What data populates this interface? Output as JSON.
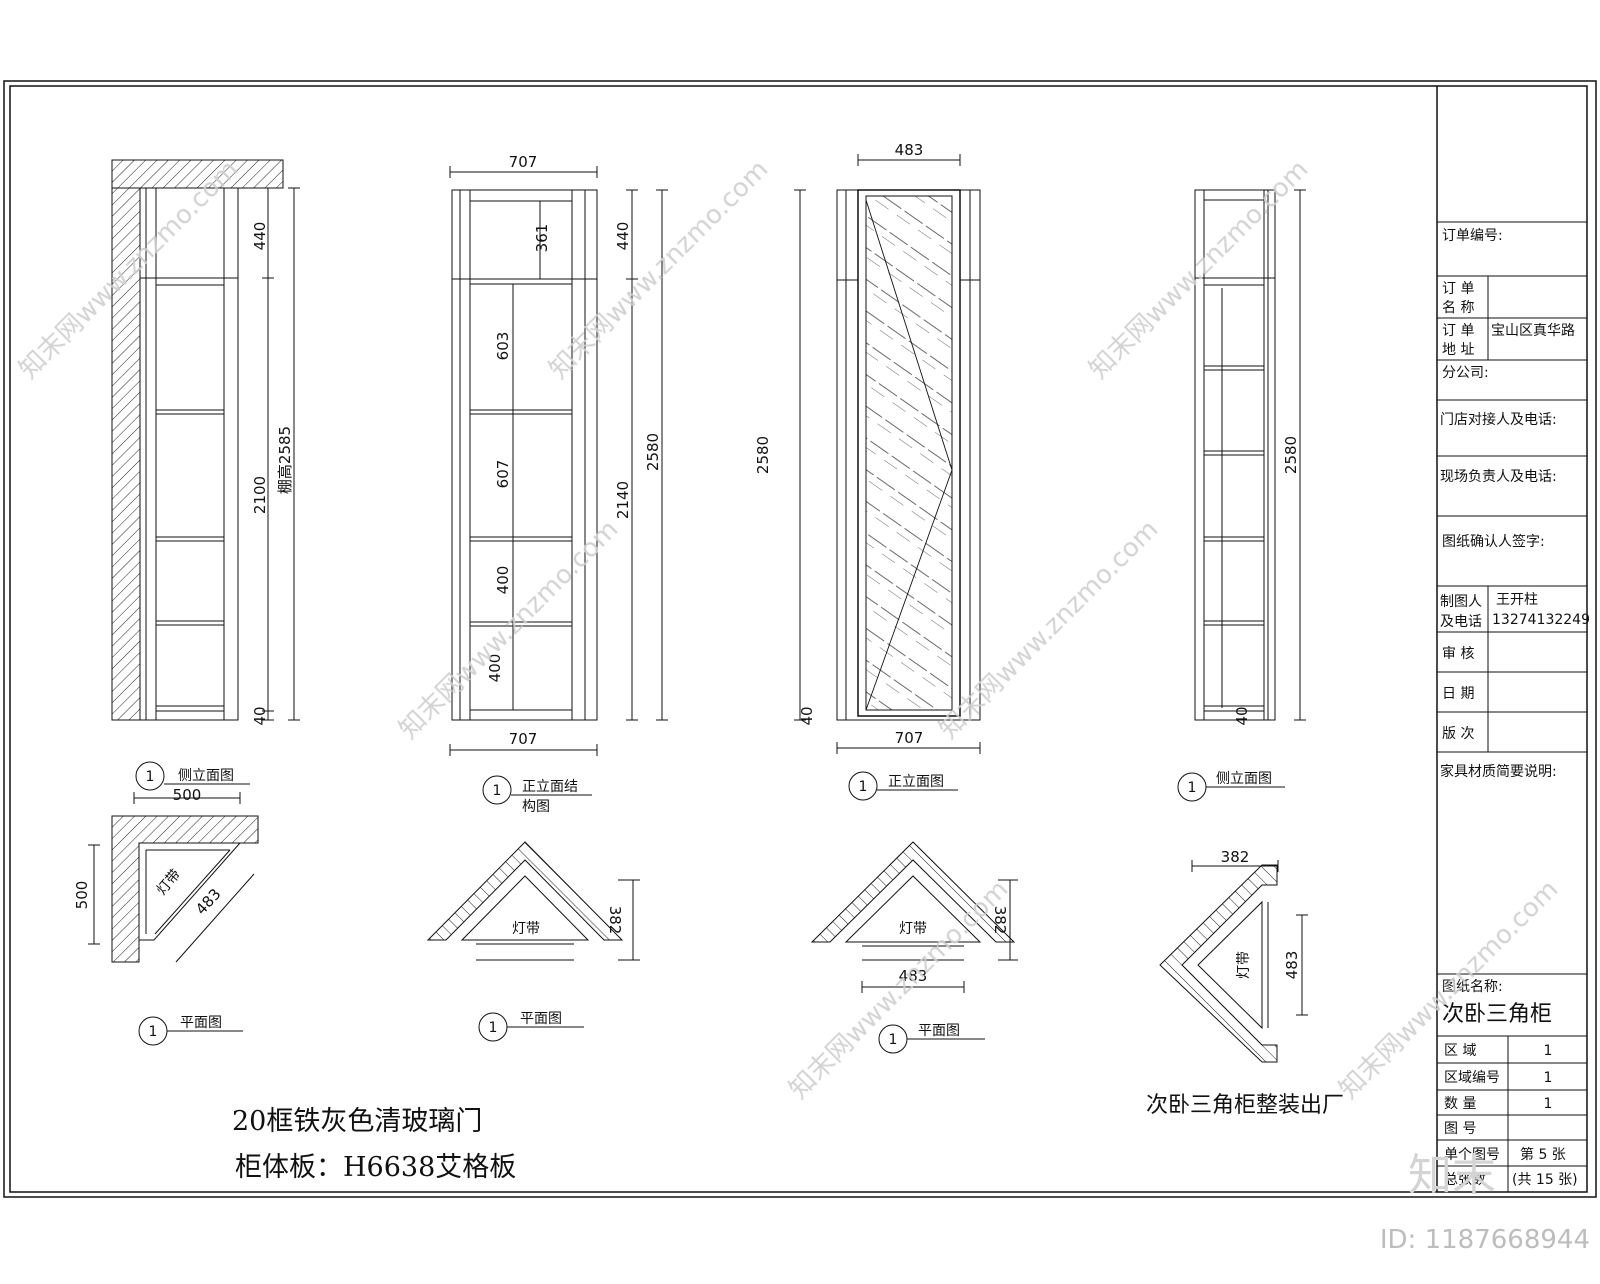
{
  "views": {
    "v1": {
      "dim_parts": [
        "440",
        "2100",
        "40"
      ],
      "dim_total": "棚高2585",
      "caption": "侧立面图",
      "marker": "1"
    },
    "v2": {
      "dim_top": "707",
      "dim_bottom": "707",
      "dim_inner": [
        "361",
        "603",
        "607",
        "400",
        "400"
      ],
      "dim_parts": [
        "440",
        "2140"
      ],
      "dim_total": "2580",
      "caption": [
        "正立面结",
        "构图"
      ],
      "marker": "1"
    },
    "v3": {
      "dim_top": "483",
      "dim_bottom": "707",
      "dim_total": "2580",
      "dim_base": "40",
      "caption": "正立面图",
      "marker": "1"
    },
    "v4": {
      "dim_total": "2580",
      "dim_base": "40",
      "caption": "侧立面图",
      "marker": "1"
    }
  },
  "plans": {
    "p1": {
      "dim_top": "500",
      "dim_left": "500",
      "dim_diag": "483",
      "light": "灯带",
      "caption": "平面图",
      "marker": "1"
    },
    "p2": {
      "dim_right": "382",
      "light": "灯带",
      "caption": "平面图",
      "marker": "1"
    },
    "p3": {
      "dim_right": "382",
      "dim_bottom": "483",
      "light": "灯带",
      "caption": "平面图",
      "marker": "1"
    },
    "p4": {
      "dim_top": "382",
      "dim_right": "483",
      "light": "灯带"
    }
  },
  "notes": {
    "line1": "20框铁灰色清玻璃门",
    "line2": "柜体板：H6638艾格板",
    "factory": "次卧三角柜整装出厂"
  },
  "title_block": {
    "order_no": "订单编号:",
    "order_name": [
      "订 单",
      "名 称"
    ],
    "order_addr": [
      "订 单",
      "地 址"
    ],
    "order_addr_val": "宝山区真华路",
    "branch": "分公司:",
    "store_contact": "门店对接人及电话:",
    "site_contact": "现场负责人及电话:",
    "confirm_sign": "图纸确认人签字:",
    "drafter": [
      "制图人",
      "及电话"
    ],
    "drafter_name": "王开柱",
    "drafter_phone": "13274132249",
    "review": "审 核",
    "date": "日 期",
    "version": "版 次",
    "material_note": "家具材质简要说明:",
    "drawing_name_label": "图纸名称:",
    "drawing_name": "次卧三角柜",
    "rows": [
      {
        "label": "区 域",
        "value": "1"
      },
      {
        "label": "区域编号",
        "value": "1"
      },
      {
        "label": "数 量",
        "value": "1"
      },
      {
        "label": "图 号",
        "value": ""
      }
    ],
    "sheets_label": "单个图号",
    "sheets_count": "总张数",
    "sheet_no": "第 5 张",
    "sheet_total": "(共 15 张)"
  },
  "watermark": {
    "text": "知末网www.znzmo.com",
    "logo": "知末",
    "id": "ID: 1187668944"
  }
}
